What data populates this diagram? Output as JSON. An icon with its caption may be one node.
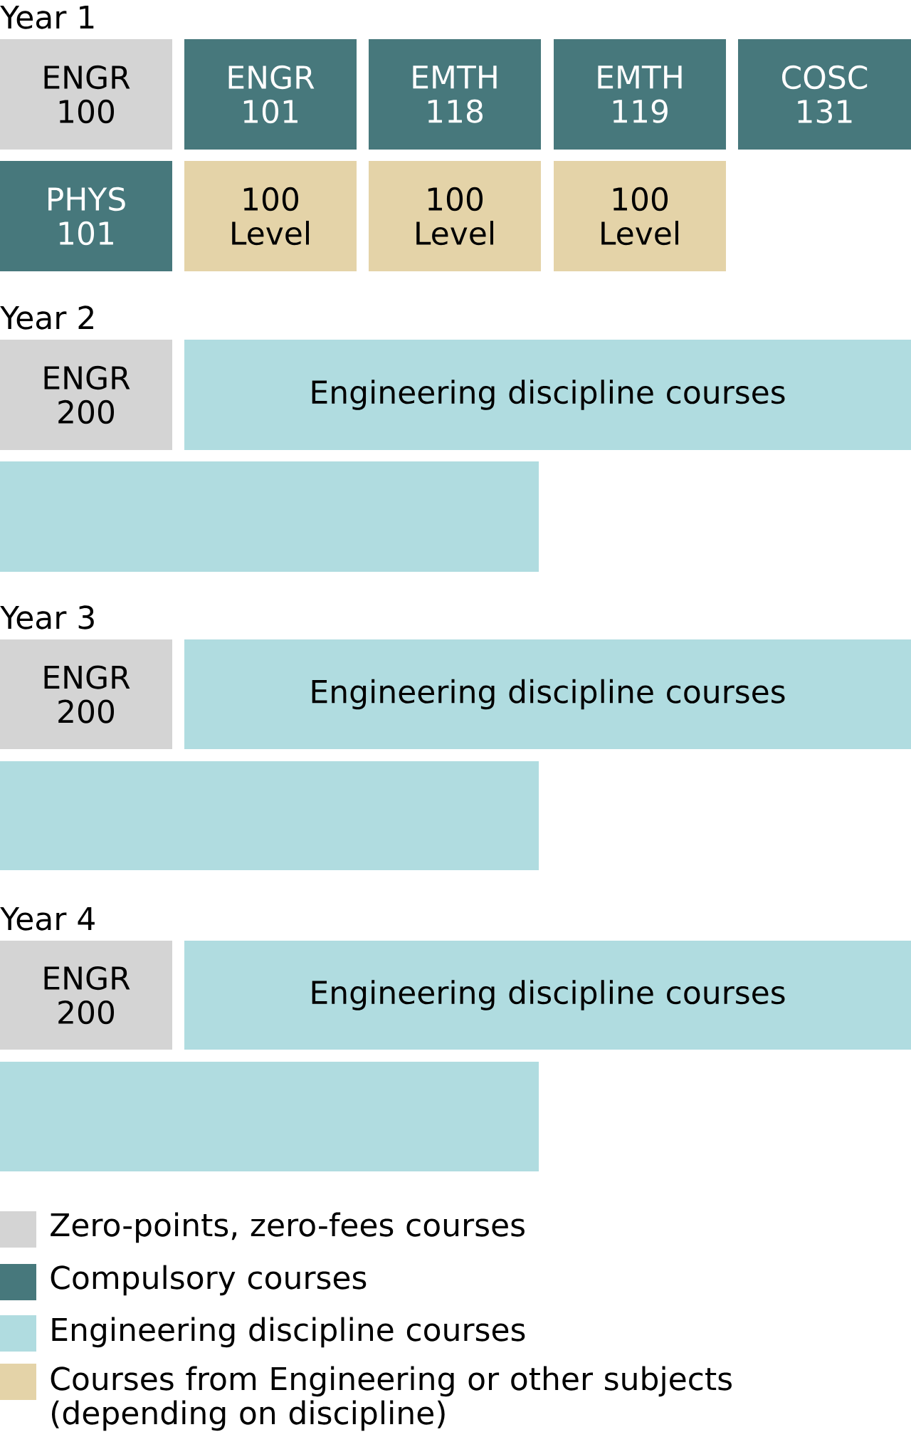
{
  "diagram": {
    "nodes": [
      {
        "text": [
          "ENGR 100"
        ]
      },
      {
        "text": [
          "ENGR 101"
        ]
      },
      {
        "text": [
          "EMTH 118"
        ]
      },
      {
        "text": [
          "EMTH 119"
        ]
      },
      {
        "text": [
          "COSC 131"
        ]
      },
      {
        "text": [
          "PHYS 101"
        ]
      },
      {
        "text": [
          "100 Level"
        ]
      },
      {
        "text": [
          "100 Level"
        ]
      },
      {
        "text": [
          "100 Level"
        ]
      },
      {
        "text": [
          "ENGR 200"
        ]
      },
      {
        "text": [
          "Engineering discipline courses"
        ]
      },
      {
        "text": [],
        "shape": "box"
      },
      {
        "text": [
          "ENGR 200"
        ]
      },
      {
        "text": [
          "Engineering discipline courses"
        ]
      },
      {
        "text": [],
        "shape": "box"
      },
      {
        "text": [
          "ENGR 200"
        ]
      },
      {
        "text": [
          "Engineering discipline courses"
        ]
      },
      {
        "text": [],
        "shape": "box"
      }
    ],
    "labels": [
      "Year 1",
      "Year 2",
      "Year 3",
      "Year 4"
    ],
    "legend": [
      {
        "text": "Zero-points, zero-fees courses",
        "color": "#d4d4d4"
      },
      {
        "text": "Compulsory courses",
        "color": "#47787c"
      },
      {
        "text": "Engineering discipline courses",
        "color": "#b0dce0"
      },
      {
        "text": "Courses from Engineering or other subjects (depending on discipline)",
        "color": "#e4d3a8"
      }
    ]
  }
}
